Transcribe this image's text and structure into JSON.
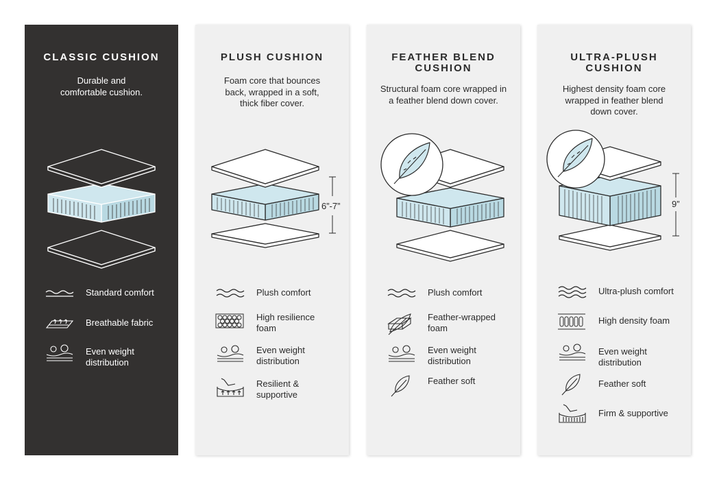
{
  "panels": [
    {
      "title": "CLASSIC CUSHION",
      "description": "Durable and\ncomfortable cushion.",
      "features": [
        {
          "icon": "wave-icon",
          "label": "Standard comfort"
        },
        {
          "icon": "breathable-fabric-icon",
          "label": "Breathable fabric"
        },
        {
          "icon": "weight-distribution-icon",
          "label": "Even weight\ndistribution"
        }
      ]
    },
    {
      "title": "PLUSH CUSHION",
      "description": "Foam core that bounces\nback, wrapped in a soft,\nthick fiber cover.",
      "dimension": "6”-7”",
      "features": [
        {
          "icon": "waves-icon",
          "label": "Plush comfort"
        },
        {
          "icon": "honeycomb-foam-icon",
          "label": "High resilience\nfoam"
        },
        {
          "icon": "weight-distribution-icon",
          "label": "Even weight\ndistribution"
        },
        {
          "icon": "press-support-icon",
          "label": "Resilient &\nsupportive"
        }
      ]
    },
    {
      "title": "FEATHER BLEND\nCUSHION",
      "description": "Structural foam core wrapped in\na feather blend down cover.",
      "features": [
        {
          "icon": "waves-icon",
          "label": "Plush comfort"
        },
        {
          "icon": "feather-wrapped-icon",
          "label": "Feather-wrapped\nfoam"
        },
        {
          "icon": "weight-distribution-icon",
          "label": "Even weight\ndistribution"
        },
        {
          "icon": "feather-icon",
          "label": "Feather soft"
        }
      ]
    },
    {
      "title": "ULTRA-PLUSH\nCUSHION",
      "description": "Highest density foam core\nwrapped in feather blend\ndown cover.",
      "dimension": "9”",
      "features": [
        {
          "icon": "triple-waves-icon",
          "label": "Ultra-plush comfort"
        },
        {
          "icon": "density-foam-icon",
          "label": "High density foam"
        },
        {
          "icon": "weight-distribution-icon",
          "label": "Even weight\ndistribution"
        },
        {
          "icon": "feather-icon",
          "label": "Feather soft"
        },
        {
          "icon": "press-support-icon",
          "label": "Firm & supportive"
        }
      ]
    }
  ],
  "colors": {
    "dark_panel": "#333130",
    "light_panel": "#f0f0f0",
    "foam_blue": "#cfe7ee",
    "line": "#2b2b2b"
  }
}
